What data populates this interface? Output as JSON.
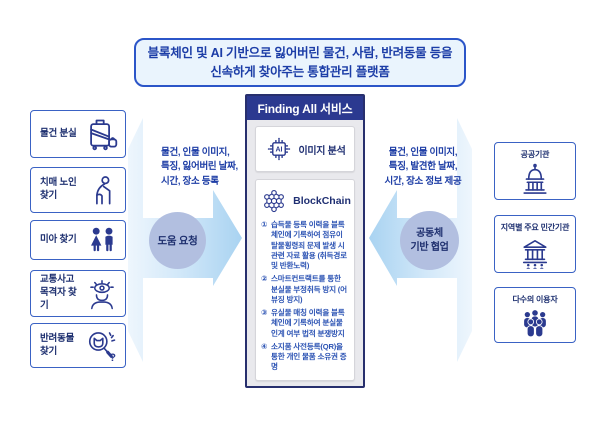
{
  "banner": {
    "lines": [
      "블록체인 및 AI 기반으로 잃어버린 물건, 사람, 반려동물 등을",
      "신속하게 찾아주는 통합관리 플랫폼"
    ]
  },
  "left_column": {
    "items": [
      {
        "label": "물건 분실",
        "icon": "suitcase-icon"
      },
      {
        "label": "치매 노인 찾기",
        "icon": "elderly-person-icon"
      },
      {
        "label": "미아 찾기",
        "icon": "children-icon"
      },
      {
        "label": "교통사고 목격자 찾기",
        "icon": "witness-eye-icon"
      },
      {
        "label": "반려동물 찾기",
        "icon": "pet-search-icon"
      }
    ]
  },
  "request_flow": {
    "note_lines": [
      "물건, 인물 이미지,",
      "특징, 잃어버린 날짜,",
      "시간, 장소 등록"
    ],
    "circle_label": "도움 요청"
  },
  "service": {
    "title": "Finding All 서비스",
    "ai": {
      "chip_text": "AI",
      "label": "이미지 분석"
    },
    "blockchain": {
      "label": "BlockChain",
      "items": [
        {
          "num": "①",
          "text": "습득물 등록 이력을 블록체인에 기록하여 점유이탈물횡령죄 문제 발생 시 관련 자료 활용 (취득경로 및 반환노력)"
        },
        {
          "num": "②",
          "text": "스마트컨트랙트를 통한 분실물 부정취득 방지 (어뷰징 방지)"
        },
        {
          "num": "③",
          "text": "유실물 매칭 이력을 블록체인에 기록하여 분실물 인계 여부 법적 분쟁방지"
        },
        {
          "num": "④",
          "text": "소지품 사전등록(QR)을 통한 개인 물품 소유권 증명"
        }
      ]
    }
  },
  "provide_flow": {
    "note_lines": [
      "물건, 인물 이미지,",
      "특징, 발견한 날짜,",
      "시간, 장소 정보 제공"
    ],
    "circle_lines": [
      "공동체",
      "기반 협업"
    ]
  },
  "right_column": {
    "items": [
      {
        "label": "공공기관",
        "icon": "capitol-building-icon"
      },
      {
        "label": "지역별 주요 민간기관",
        "icon": "bank-building-icon"
      },
      {
        "label": "다수의 이용자",
        "icon": "user-group-icon"
      }
    ]
  },
  "pet_question_mark": "?",
  "colors": {
    "navy": "#2b3990",
    "box_border": "#3a62c4",
    "banner_border": "#2b55c8",
    "text_navy": "#1e3070",
    "list_blue": "#2d54b4",
    "arrow_light": "#e9f4fd",
    "arrow_deep": "#a9d3f1",
    "circle_fill": "#b2bfe0"
  }
}
